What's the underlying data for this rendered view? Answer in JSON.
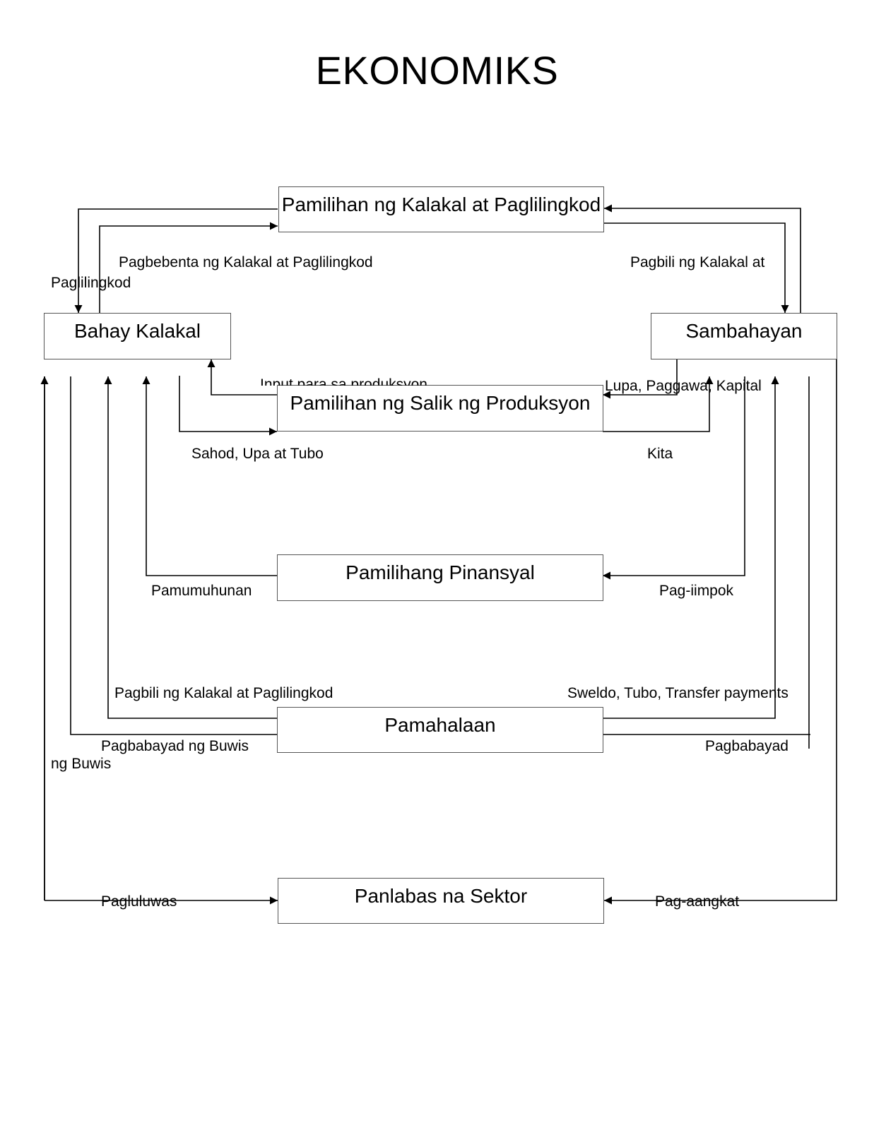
{
  "title": "EKONOMIKS",
  "nodes": {
    "goods_market": "Pamilihan ng Kalakal at Paglilingkod",
    "firms": "Bahay Kalakal",
    "households": "Sambahayan",
    "factor_market": "Pamilihan ng Salik ng Produksyon",
    "financial_market": "Pamilihang Pinansyal",
    "government": "Pamahalaan",
    "foreign_sector": "Panlabas na Sektor"
  },
  "labels": {
    "firms_sell": "Pagbebenta ng Kalakal at Paglilingkod",
    "firms_goods_overflow": "Paglilingkod",
    "households_buy": "Pagbili ng Kalakal at",
    "factor_input": "Input para sa produksyon",
    "factor_supply": "Lupa, Paggawa, Kapital",
    "factor_payment": "Sahod, Upa at Tubo",
    "income": "Kita",
    "investment": "Pamumuhunan",
    "saving": "Pag-iimpok",
    "gov_purchase": "Pagbili ng Kalakal at Paglilingkod",
    "gov_transfers": "Sweldo, Tubo, Transfer payments",
    "firms_tax": "Pagbabayad ng Buwis",
    "firms_tax_overflow": "ng Buwis",
    "households_tax": "Pagbabayad",
    "exports": "Pagluluwas",
    "imports": "Pag-aangkat"
  }
}
